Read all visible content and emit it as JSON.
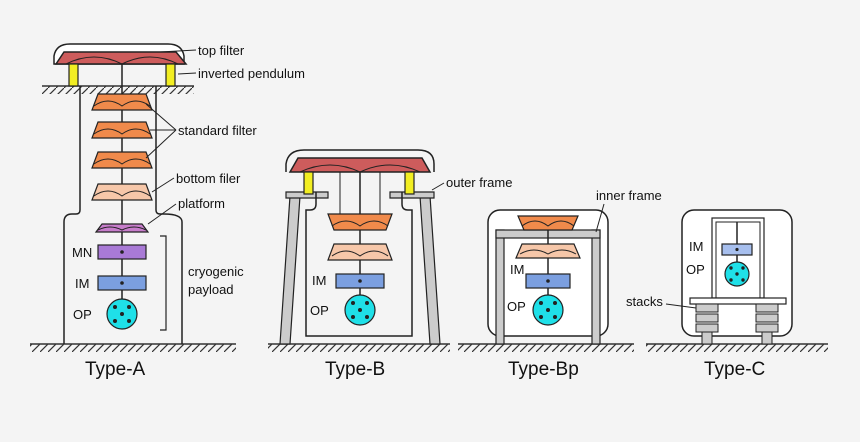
{
  "labels": {
    "top_filter": "top filter",
    "inverted_pendulum": "inverted pendulum",
    "standard_filter": "standard filter",
    "bottom_filter": "bottom filer",
    "platform": "platform",
    "mn": "MN",
    "im": "IM",
    "op": "OP",
    "cryogenic": "cryogenic",
    "payload": "payload",
    "outer_frame": "outer frame",
    "inner_frame": "inner frame",
    "stacks": "stacks"
  },
  "types": {
    "a": "Type-A",
    "b": "Type-B",
    "bp": "Type-Bp",
    "c": "Type-C"
  },
  "colors": {
    "top_filter": "#cd5c5c",
    "standard_filter": "#f08a4b",
    "bottom_filter": "#f6c7a9",
    "platform": "#c77dcb",
    "mn": "#a97ad6",
    "im": "#7b9fe0",
    "im_c": "#a7bfee",
    "op": "#1fe0e8",
    "pendulum": "#f2ee22",
    "frame": "#cccccc"
  }
}
